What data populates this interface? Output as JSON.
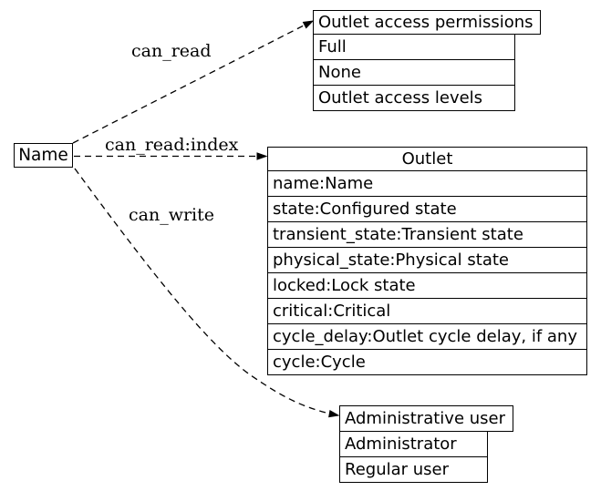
{
  "colors": {
    "background": "#ffffff",
    "line": "#000000",
    "text": "#000000"
  },
  "node": {
    "label": "Name"
  },
  "edge_labels": {
    "can_read": "can_read",
    "can_read_index": "can_read:index",
    "can_write": "can_write"
  },
  "tables": {
    "permissions": {
      "header": "Outlet access permissions",
      "rows": [
        "Full",
        "None",
        "Outlet access levels"
      ]
    },
    "outlet": {
      "header": "Outlet",
      "rows": [
        "name:Name",
        "state:Configured state",
        "transient_state:Transient state",
        "physical_state:Physical state",
        "locked:Lock state",
        "critical:Critical",
        "cycle_delay:Outlet cycle delay, if any",
        "cycle:Cycle"
      ]
    },
    "admin": {
      "header": "Administrative user",
      "rows": [
        "Administrator",
        "Regular user"
      ]
    }
  }
}
